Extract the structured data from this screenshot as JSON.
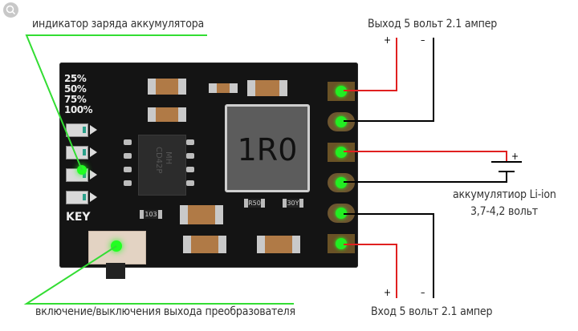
{
  "toolbar": {
    "zoom_icon": "magnifier-icon"
  },
  "labels": {
    "battery_indicator": "индикатор заряда аккумулятора",
    "output": "Выход 5 вольт 2.1 ампер",
    "battery": "аккумулятиор Li-ion",
    "battery_voltage": "3,7-4,2 вольт",
    "input": "Вход 5 вольт 2.1 ампер",
    "switch": "включение/выключения выхода преобразователя"
  },
  "polarity": {
    "plus": "+",
    "minus": "–"
  },
  "board": {
    "led_levels": [
      "25%",
      "50%",
      "75%",
      "100%"
    ],
    "key_label": "KEY",
    "chip_marking": [
      "MH",
      "CD42P"
    ],
    "inductor_marking": "1R0",
    "resistors": [
      "103",
      "R50",
      "30Y"
    ],
    "pads": [
      {
        "name": "out-plus",
        "wire_color": "#e02020"
      },
      {
        "name": "out-minus",
        "wire_color": "#000000"
      },
      {
        "name": "bat-plus",
        "wire_color": "#e02020"
      },
      {
        "name": "bat-minus",
        "wire_color": "#000000"
      },
      {
        "name": "in-minus",
        "wire_color": "#000000"
      },
      {
        "name": "in-plus",
        "wire_color": "#e02020"
      }
    ]
  },
  "colors": {
    "highlight": "#22ee22",
    "positive": "#e02020",
    "negative": "#000000",
    "pcb": "#141414"
  }
}
